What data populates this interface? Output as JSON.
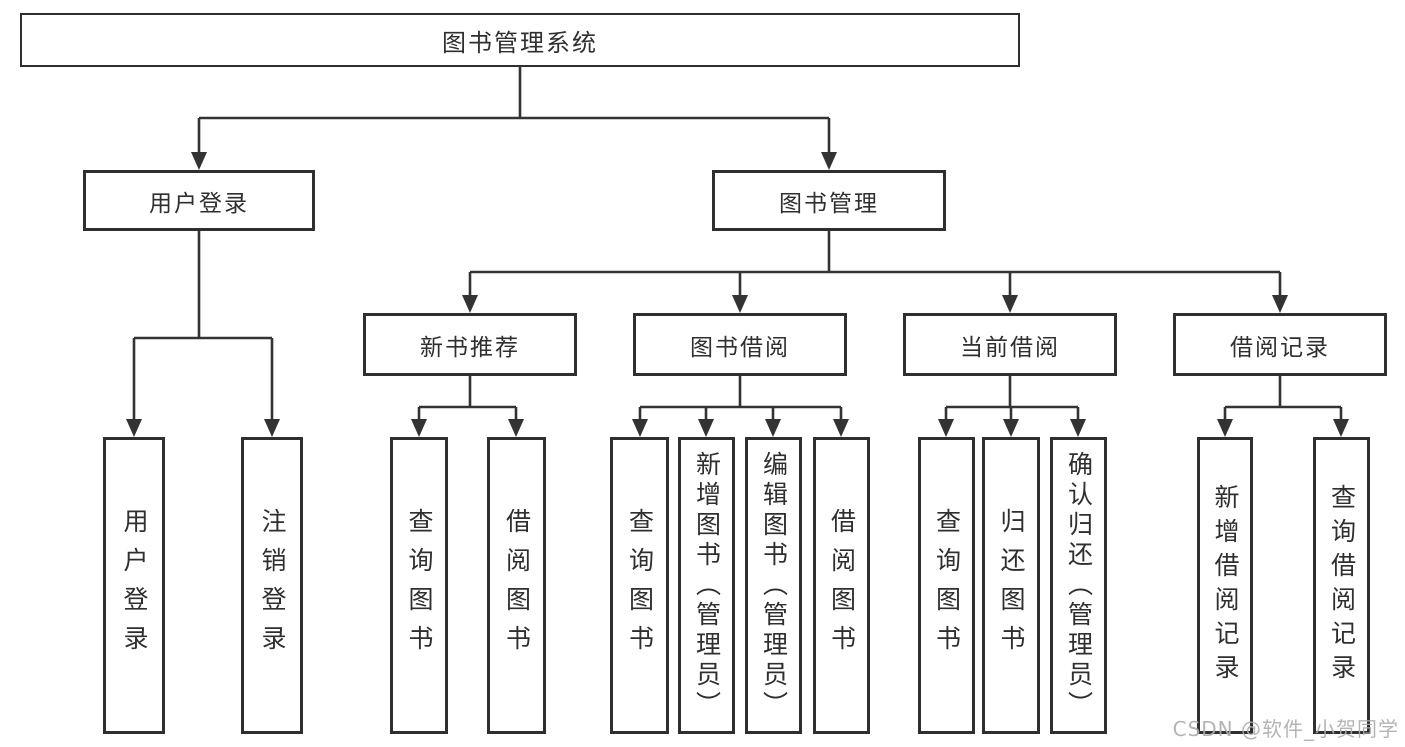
{
  "diagram": {
    "type": "hierarchy-tree",
    "colors": {
      "background": "#ffffff",
      "line": "#333333",
      "box_border": "#2f2f2f",
      "text": "#2f2f2f",
      "watermark": "#acacac"
    },
    "watermark": "CSDN @软件_小贺同学",
    "nodes": {
      "root": {
        "label": "图书管理系统"
      },
      "user_login": {
        "label": "用户登录"
      },
      "book_mgmt": {
        "label": "图书管理"
      },
      "new_book_rec": {
        "label": "新书推荐"
      },
      "book_borrow": {
        "label": "图书借阅"
      },
      "current_borrow": {
        "label": "当前借阅"
      },
      "borrow_record": {
        "label": "借阅记录"
      },
      "leaf_user_login": {
        "label": "用户登录"
      },
      "leaf_logout": {
        "label": "注销登录"
      },
      "leaf_nb_query": {
        "label": "查询图书"
      },
      "leaf_nb_borrow": {
        "label": "借阅图书"
      },
      "leaf_bb_query": {
        "label": "查询图书"
      },
      "leaf_bb_add": {
        "label": "新增图书（管理员）"
      },
      "leaf_bb_edit": {
        "label": "编辑图书（管理员）"
      },
      "leaf_bb_borrow": {
        "label": "借阅图书"
      },
      "leaf_cb_query": {
        "label": "查询图书"
      },
      "leaf_cb_return": {
        "label": "归还图书"
      },
      "leaf_cb_confirm": {
        "label": "确认归还（管理员）"
      },
      "leaf_br_add": {
        "label": "新增借阅记录"
      },
      "leaf_br_query": {
        "label": "查询借阅记录"
      }
    },
    "hierarchy": {
      "root": [
        "user_login",
        "book_mgmt"
      ],
      "user_login": [
        "leaf_user_login",
        "leaf_logout"
      ],
      "book_mgmt": [
        "new_book_rec",
        "book_borrow",
        "current_borrow",
        "borrow_record"
      ],
      "new_book_rec": [
        "leaf_nb_query",
        "leaf_nb_borrow"
      ],
      "book_borrow": [
        "leaf_bb_query",
        "leaf_bb_add",
        "leaf_bb_edit",
        "leaf_bb_borrow"
      ],
      "current_borrow": [
        "leaf_cb_query",
        "leaf_cb_return",
        "leaf_cb_confirm"
      ],
      "borrow_record": [
        "leaf_br_add",
        "leaf_br_query"
      ]
    }
  }
}
